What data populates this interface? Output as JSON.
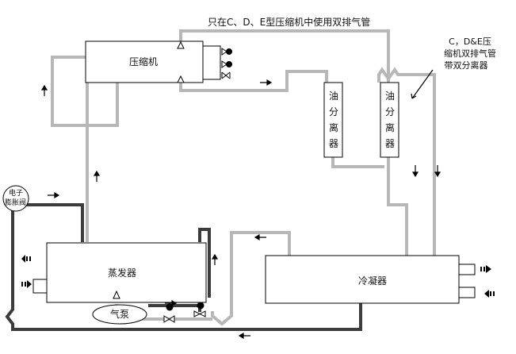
{
  "labels": {
    "compressor": "压缩机",
    "evaporator": "蒸发器",
    "condenser": "冷凝器",
    "air_pump": "气泵",
    "exv_line1": "电子",
    "exv_line2": "膨胀阀",
    "oil_separator_1": "油分离器",
    "oil_separator_2": "油分离器"
  },
  "notes": {
    "double_exhaust_note": "只在C、D、E型压缩机中使用双排气管",
    "double_separator_line1": "C，D&E压",
    "double_separator_line2": "缩机双排气管",
    "double_separator_line3": "带双分离器"
  },
  "colors": {
    "refrigerant_gas": "#b7b7b7",
    "liquid_line": "#3c3c3c",
    "outline": "#000000"
  }
}
